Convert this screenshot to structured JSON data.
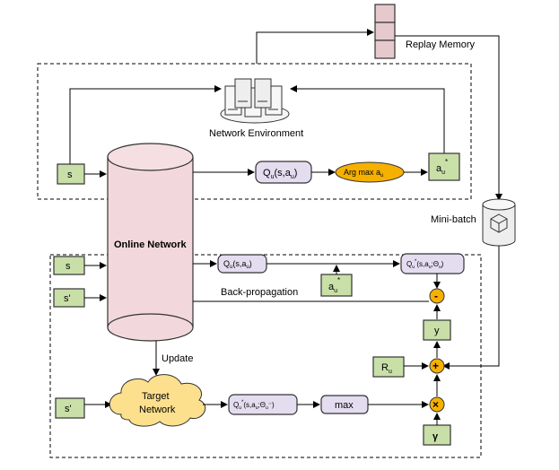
{
  "replay_memory": "Replay Memory",
  "network_environment": "Network Environment",
  "online_network": "Online Network",
  "target_network": [
    "Target",
    "Network"
  ],
  "mini_batch": "Mini-batch",
  "update": "Update",
  "back_propagation": "Back-propagation",
  "s_label": "s",
  "s_prime_label": "s'",
  "q_top": {
    "main": "Q",
    "sub": "u",
    "rest": "(s,a",
    "sub2": "u",
    "end": ")"
  },
  "argmax": {
    "main": "Arg max a",
    "sub": "u"
  },
  "au_star": {
    "main": "a",
    "sub": "u",
    "sup": "*"
  },
  "q_mid": {
    "main": "Q",
    "sub": "u",
    "rest": "(s,a",
    "sub2": "u",
    "end": ")"
  },
  "q_star_mid": {
    "main": "Q",
    "sub": "u",
    "sup": "*",
    "rest": "(s,a",
    "sub2": "u",
    "rest2": ";Θ",
    "sub3": "u",
    "end": ")"
  },
  "q_star_low": {
    "main": "Q",
    "sub": "u",
    "sup": "*",
    "rest": "(s,a",
    "sub2": "u",
    "rest2": ";Θ",
    "sub3": "u",
    "end": "⁻)"
  },
  "max_label": "max",
  "y_label": "y",
  "r_label": {
    "main": "R",
    "sub": "u"
  },
  "gamma_label": "γ",
  "minus_op": "-",
  "plus_op": "+",
  "times_op": "×"
}
